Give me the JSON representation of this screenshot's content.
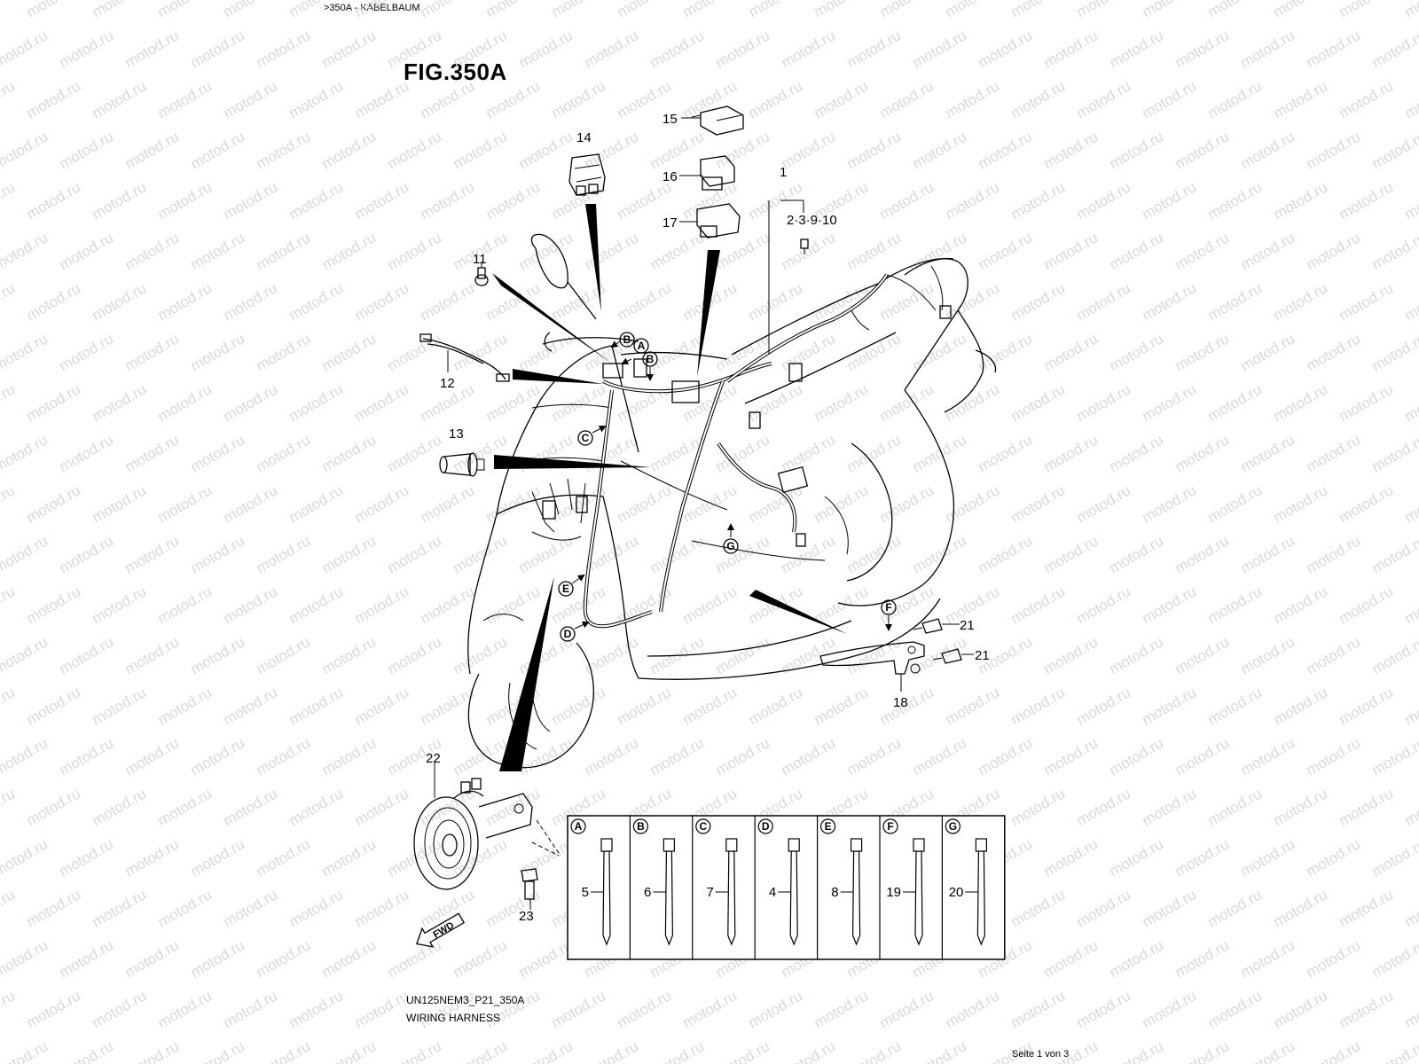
{
  "breadcrumb": ">350A - KABELBAUM",
  "figure_title": "FIG.350A",
  "watermark": "motod.ru",
  "parts": {
    "p1": "1",
    "p2_group": "2·3·9·10",
    "p11": "11",
    "p12": "12",
    "p13": "13",
    "p14": "14",
    "p15": "15",
    "p16": "16",
    "p17": "17",
    "p18": "18",
    "p21a": "21",
    "p21b": "21",
    "p22": "22",
    "p23": "23"
  },
  "callouts": {
    "a": "A",
    "b": "B",
    "b2": "B",
    "c": "C",
    "d": "D",
    "e": "E",
    "f": "F",
    "g": "G"
  },
  "clamp_table": [
    {
      "letter": "A",
      "part": "5"
    },
    {
      "letter": "B",
      "part": "6"
    },
    {
      "letter": "C",
      "part": "7"
    },
    {
      "letter": "D",
      "part": "4"
    },
    {
      "letter": "E",
      "part": "8"
    },
    {
      "letter": "F",
      "part": "19"
    },
    {
      "letter": "G",
      "part": "20"
    }
  ],
  "fwd_label": "FWD",
  "code": "UN125NEM3_P21_350A",
  "caption": "WIRING HARNESS",
  "page": "Seite 1 von 3"
}
